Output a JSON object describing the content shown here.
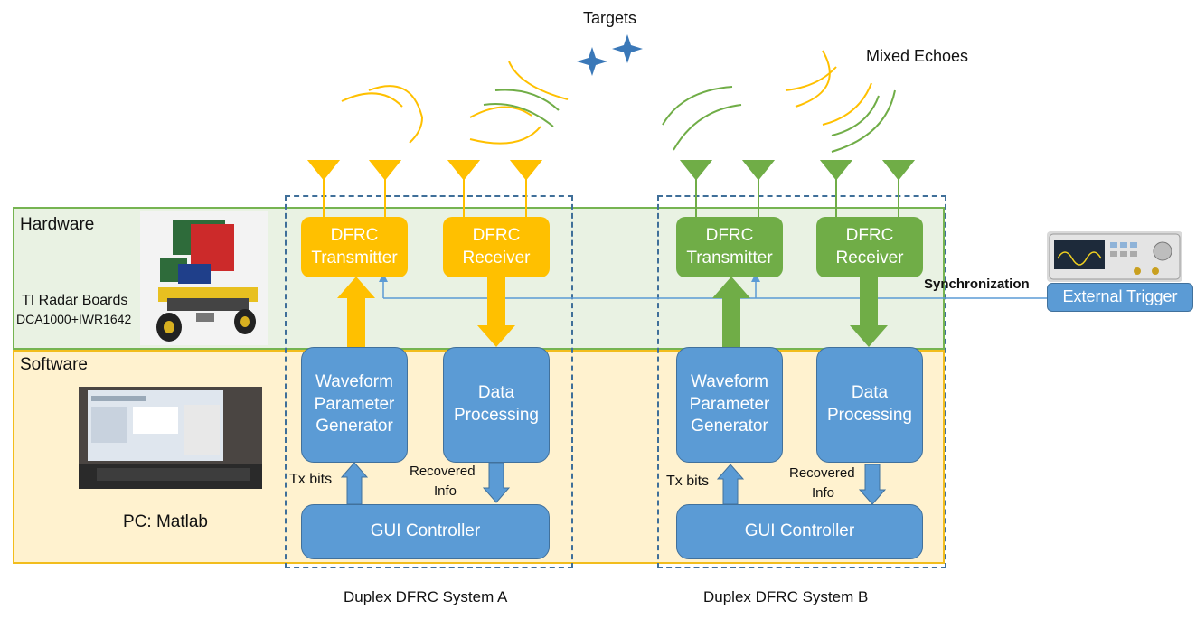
{
  "top": {
    "targets": "Targets",
    "mixed_echoes": "Mixed Echoes"
  },
  "bands": {
    "hardware": "Hardware",
    "software": "Software"
  },
  "hardware": {
    "line1": "TI Radar Boards",
    "line2": "DCA1000+IWR1642"
  },
  "pc_label": "PC: Matlab",
  "sync_label": "Synchronization",
  "external_trigger": "External Trigger",
  "system_a": {
    "title": "Duplex DFRC System A",
    "transmitter": [
      "DFRC",
      "Transmitter"
    ],
    "receiver": [
      "DFRC",
      "Receiver"
    ],
    "waveform": [
      "Waveform",
      "Parameter",
      "Generator"
    ],
    "processing": [
      "Data",
      "Processing"
    ],
    "tx_bits": "Tx bits",
    "recovered": [
      "Recovered",
      "Info"
    ],
    "gui": "GUI Controller"
  },
  "system_b": {
    "title": "Duplex DFRC System B",
    "transmitter": [
      "DFRC",
      "Transmitter"
    ],
    "receiver": [
      "DFRC",
      "Receiver"
    ],
    "waveform": [
      "Waveform",
      "Parameter",
      "Generator"
    ],
    "processing": [
      "Data",
      "Processing"
    ],
    "tx_bits": "Tx bits",
    "recovered": [
      "Recovered",
      "Info"
    ],
    "gui": "GUI Controller"
  },
  "colors": {
    "yellow": "#ffc000",
    "green": "#70ad47",
    "blue": "#5b9bd5",
    "dash": "#3f6f99"
  }
}
